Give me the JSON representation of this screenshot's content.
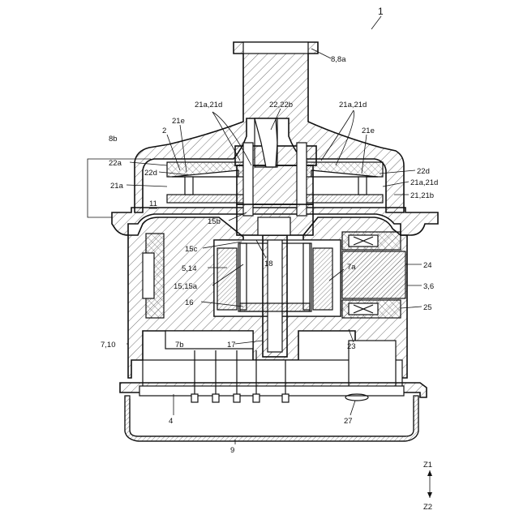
{
  "figure_ref": "1",
  "labels": {
    "outlet": "8,8a",
    "impeller_hub": "22,22b",
    "blade_left": "21a,21d",
    "blade_right": "21a,21d",
    "blade_right2": "21a,21d",
    "case_edge": "8b",
    "plate_top": "22a",
    "vane_left_e": "21e",
    "vane_right_e": "21e",
    "item2": "2",
    "plate_d_left": "22d",
    "plate_d_right": "22d",
    "blade_base": "21a",
    "chamber": "11",
    "impeller_body": "21,21b",
    "shaft_top": "15b",
    "shaft_c": "15c",
    "coupler": "18",
    "magnet": "5,14",
    "rotor_a": "7a",
    "shaft_a": "15,15a",
    "bearing": "16",
    "coil_top": "24",
    "stator": "3,6",
    "coil_bottom": "25",
    "housing": "7,10",
    "bottom_b": "7b",
    "pin": "17",
    "item23": "23",
    "board": "4",
    "sensor": "27",
    "cover": "9",
    "axis_top": "Z1",
    "axis_bottom": "Z2"
  }
}
